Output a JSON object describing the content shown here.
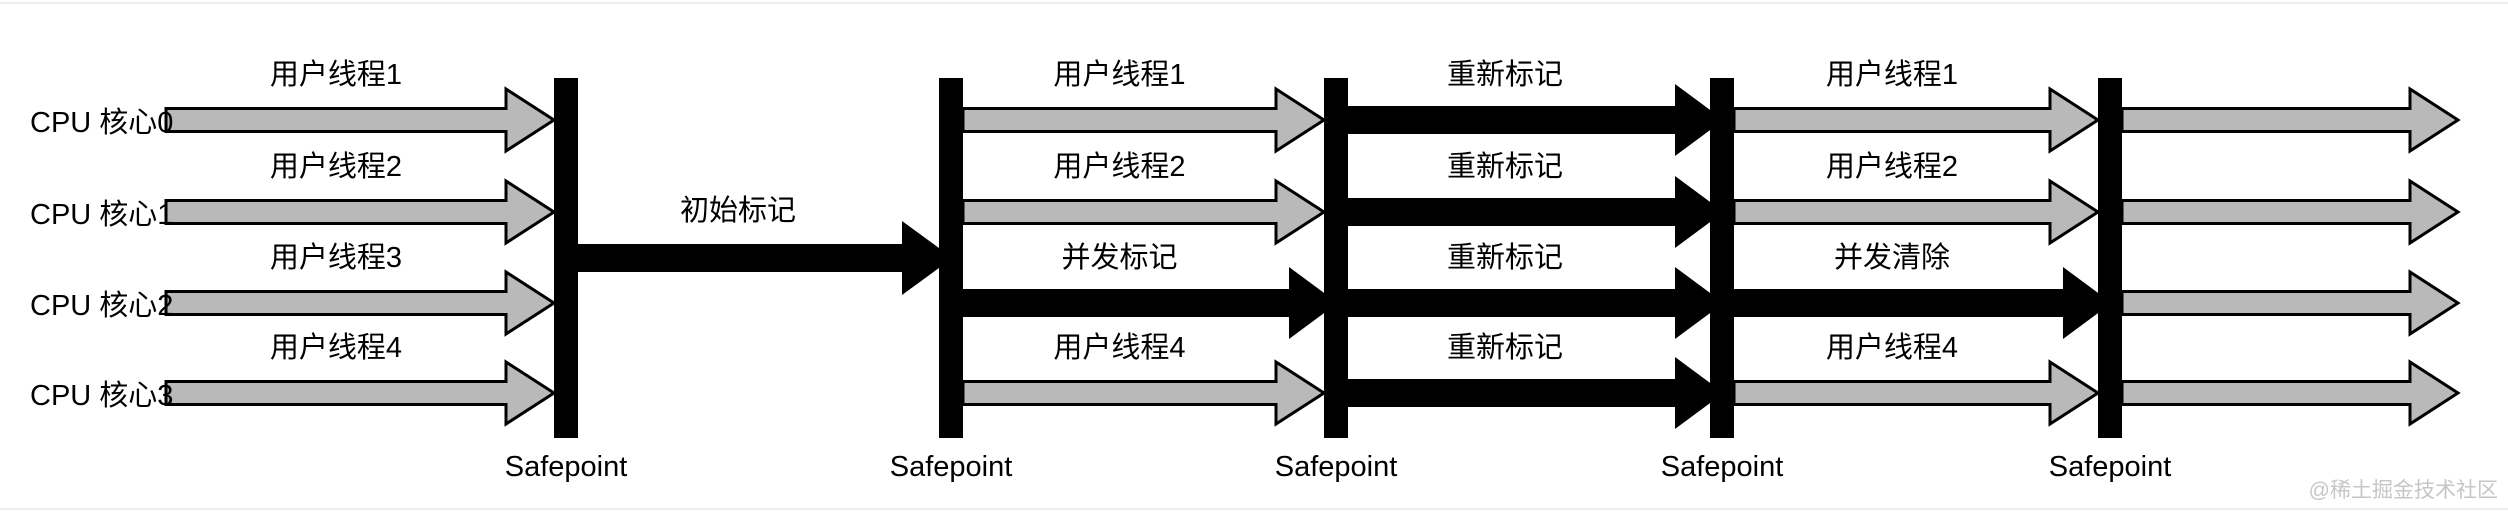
{
  "diagram": {
    "cpu_cores": [
      "CPU 核心0",
      "CPU 核心1",
      "CPU 核心2",
      "CPU 核心3"
    ],
    "initial_mark_label": "初始标记",
    "sections": [
      {
        "name": "user-threads-running",
        "rows": [
          {
            "label": "用户线程1",
            "type": "user"
          },
          {
            "label": "用户线程2",
            "type": "user"
          },
          {
            "label": "用户线程3",
            "type": "user"
          },
          {
            "label": "用户线程4",
            "type": "user"
          }
        ]
      },
      {
        "name": "concurrent-mark-phase",
        "rows": [
          {
            "label": "用户线程1",
            "type": "user"
          },
          {
            "label": "用户线程2",
            "type": "user"
          },
          {
            "label": "并发标记",
            "type": "gc"
          },
          {
            "label": "用户线程4",
            "type": "user"
          }
        ]
      },
      {
        "name": "remark-phase",
        "rows": [
          {
            "label": "重新标记",
            "type": "gc"
          },
          {
            "label": "重新标记",
            "type": "gc"
          },
          {
            "label": "重新标记",
            "type": "gc"
          },
          {
            "label": "重新标记",
            "type": "gc"
          }
        ]
      },
      {
        "name": "concurrent-sweep-phase",
        "rows": [
          {
            "label": "用户线程1",
            "type": "user"
          },
          {
            "label": "用户线程2",
            "type": "user"
          },
          {
            "label": "并发清除",
            "type": "gc"
          },
          {
            "label": "用户线程4",
            "type": "user"
          }
        ]
      },
      {
        "name": "user-threads-resumed",
        "rows": [
          {
            "label": "",
            "type": "user"
          },
          {
            "label": "",
            "type": "user"
          },
          {
            "label": "",
            "type": "user"
          },
          {
            "label": "",
            "type": "user"
          }
        ]
      }
    ],
    "safepoints": [
      {
        "label": "Safepoint"
      },
      {
        "label": "Safepoint"
      },
      {
        "label": "Safepoint"
      },
      {
        "label": "Safepoint"
      },
      {
        "label": "Safepoint"
      }
    ]
  },
  "watermark": "@稀土掘金技术社区",
  "colors": {
    "thread_arrow_fill": "#b9b9b9",
    "arrow_outline": "#000000",
    "gc_arrow_fill": "#000000",
    "safepoint_bar": "#000000",
    "watermark_text": "#c6c6c6",
    "divider_line": "#ededed"
  }
}
